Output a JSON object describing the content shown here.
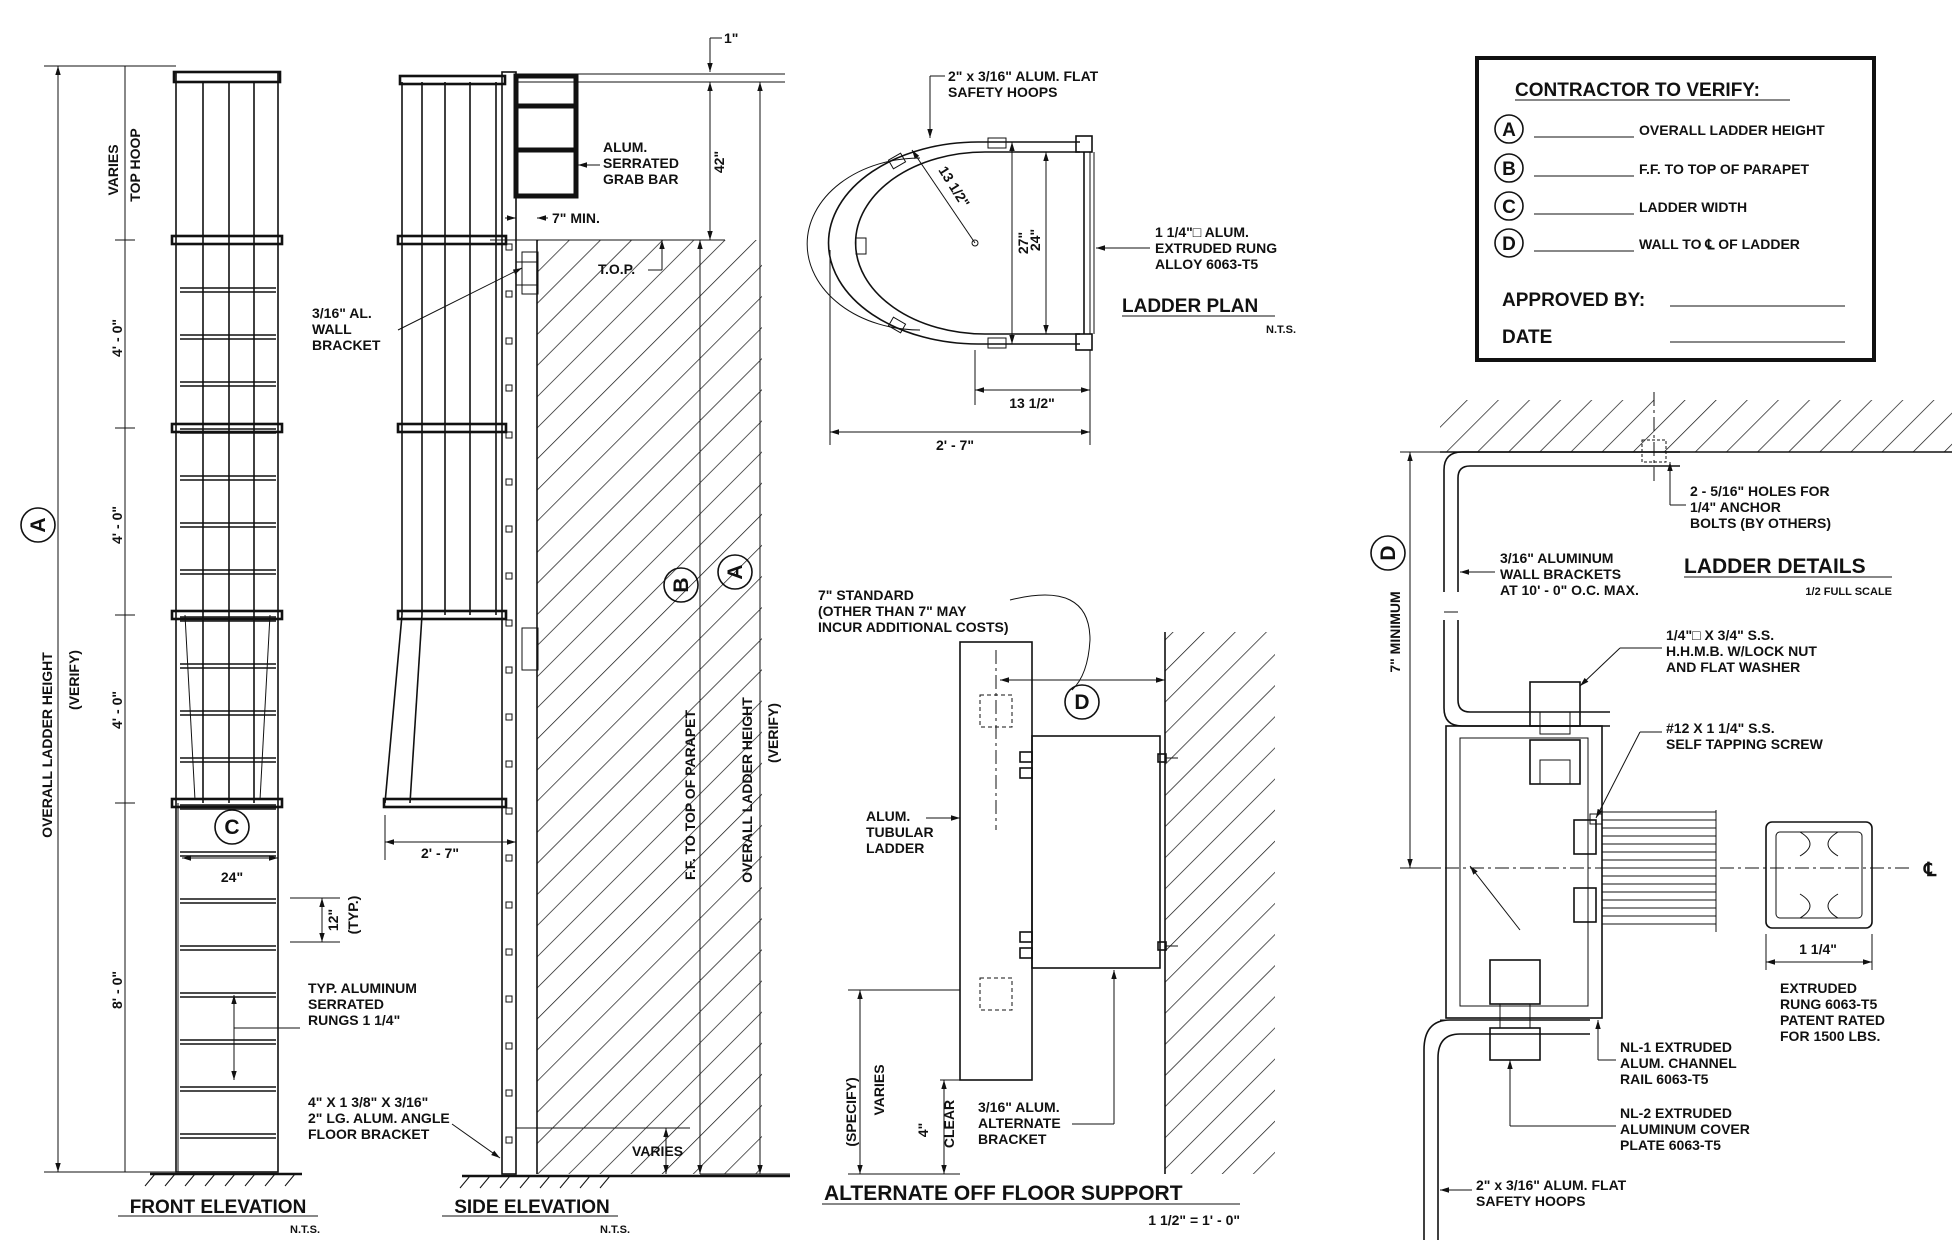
{
  "contractor_box": {
    "title": "CONTRACTOR TO VERIFY:",
    "items": [
      {
        "letter": "A",
        "label": "OVERALL LADDER HEIGHT"
      },
      {
        "letter": "B",
        "label": "F.F. TO TOP OF PARAPET"
      },
      {
        "letter": "C",
        "label": "LADDER WIDTH"
      },
      {
        "letter": "D",
        "label": "WALL TO ℄ OF LADDER"
      }
    ],
    "approved_by": "APPROVED BY:",
    "date": "DATE"
  },
  "front_elevation": {
    "title": "FRONT ELEVATION",
    "scale": "N.T.S.",
    "overall_label": "OVERALL LADDER HEIGHT",
    "verify": "(VERIFY)",
    "circle_a": "A",
    "circle_c": "C",
    "varies": "VARIES",
    "top_hoop": "TOP HOOP",
    "dim_4ft_1": "4' - 0\"",
    "dim_4ft_2": "4' - 0\"",
    "dim_4ft_3": "4' - 0\"",
    "dim_8ft": "8' - 0\"",
    "width": "24\"",
    "rung_spacing": "12\"",
    "typ": "(TYP.)",
    "rungs_note": [
      "TYP. ALUMINUM",
      "SERRATED",
      "RUNGS 1 1/4\""
    ],
    "floor_bracket_note": [
      "4\" X 1 3/8\" X 3/16\"",
      "2\" LG. ALUM. ANGLE",
      "FLOOR BRACKET"
    ]
  },
  "side_elevation": {
    "title": "SIDE ELEVATION",
    "scale": "N.T.S.",
    "grab_bar": [
      "ALUM.",
      "SERRATED",
      "GRAB BAR"
    ],
    "dim_1in": "1\"",
    "dim_42": "42\"",
    "min_7": "7\" MIN.",
    "top": "T.O.P.",
    "wall_bracket": [
      "3/16\" AL.",
      "WALL",
      "BRACKET"
    ],
    "width_2ft7": "2' - 7\"",
    "varies": "VARIES",
    "circle_b": "B",
    "circle_a": "A",
    "parapet_label": "F.F. TO TOP OF PARAPET",
    "overall_label": "OVERALL LADDER HEIGHT",
    "verify": "(VERIFY)"
  },
  "ladder_plan": {
    "title": "LADDER PLAN",
    "scale": "N.T.S.",
    "hoops_note": [
      "2\" x 3/16\" ALUM. FLAT",
      "SAFETY HOOPS"
    ],
    "rung_note": [
      "1 1/4\"□ ALUM.",
      "EXTRUDED RUNG",
      "ALLOY 6063-T5"
    ],
    "radius": "13 1/2\"",
    "dim_27": "27\"",
    "dim_24": "24\"",
    "dim_13": "13 1/2\"",
    "dim_2ft7": "2' - 7\""
  },
  "alternate_support": {
    "title": "ALTERNATE OFF FLOOR SUPPORT",
    "scale": "1 1/2\" = 1' - 0\"",
    "standard_note": [
      "7\" STANDARD",
      "(OTHER THAN 7\" MAY",
      "INCUR ADDITIONAL COSTS)"
    ],
    "circle_d": "D",
    "tubular": [
      "ALUM.",
      "TUBULAR",
      "LADDER"
    ],
    "bracket": [
      "3/16\" ALUM.",
      "ALTERNATE",
      "BRACKET"
    ],
    "specify": "(SPECIFY)",
    "varies": "VARIES",
    "clear_4": "4\"",
    "clear": "CLEAR"
  },
  "ladder_details": {
    "title": "LADDER DETAILS",
    "scale": "1/2 FULL SCALE",
    "circle_d": "D",
    "minimum": "7\" MINIMUM",
    "holes": [
      "2 - 5/16\" HOLES FOR",
      "1/4\" ANCHOR",
      "BOLTS (BY OTHERS)"
    ],
    "wall_brackets": [
      "3/16\" ALUMINUM",
      "WALL BRACKETS",
      "AT 10' - 0\" O.C. MAX."
    ],
    "bolt": [
      "1/4\"□ X 3/4\" S.S.",
      "H.H.M.B. W/LOCK NUT",
      "AND FLAT WASHER"
    ],
    "screw": [
      "#12 X 1 1/4\" S.S.",
      "SELF TAPPING SCREW"
    ],
    "centerline": "℄",
    "rung_width": "1 1/4\"",
    "rung_note": [
      "EXTRUDED",
      "RUNG 6063-T5",
      "PATENT RATED",
      "FOR 1500 LBS."
    ],
    "channel": [
      "NL-1 EXTRUDED",
      "ALUM. CHANNEL",
      "RAIL 6063-T5"
    ],
    "cover": [
      "NL-2 EXTRUDED",
      "ALUMINUM COVER",
      "PLATE 6063-T5"
    ],
    "hoops": [
      "2\" x 3/16\" ALUM. FLAT",
      "SAFETY HOOPS"
    ]
  }
}
